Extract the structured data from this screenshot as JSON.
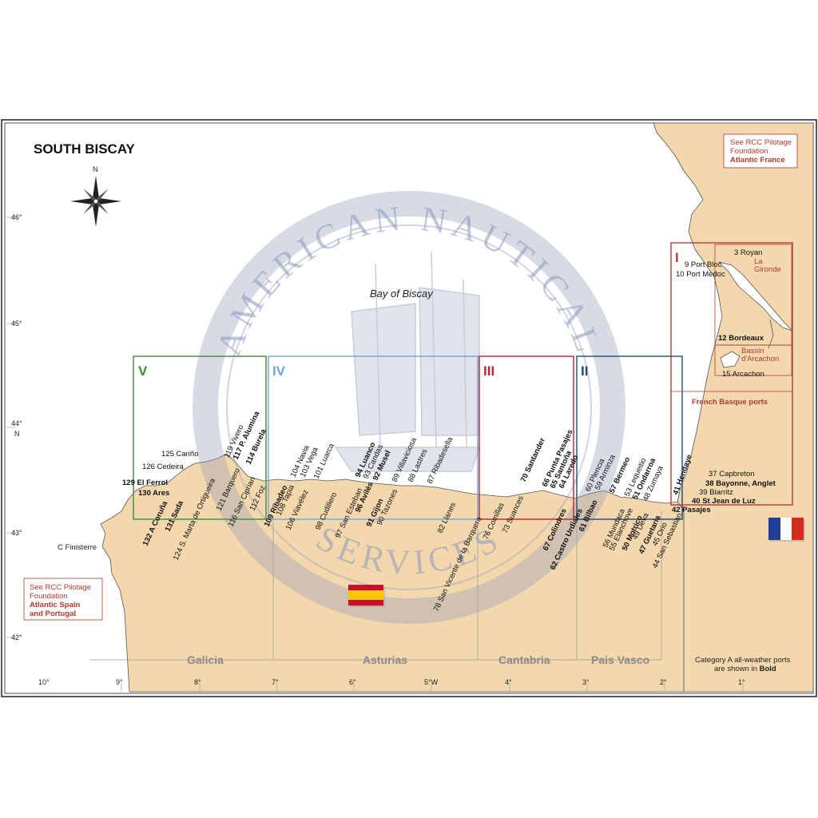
{
  "title": "SOUTH BISCAY",
  "compass_label": "N",
  "sea_label": "Bay of Biscay",
  "watermark": {
    "top": "AMERICAN NAUTICAL",
    "bottom": "SERVICES"
  },
  "colors": {
    "land": "#f4d8ad",
    "sea": "#ffffff",
    "panel_I": "#b23a3a",
    "panel_II": "#1f4d7a",
    "panel_III": "#b8243a",
    "panel_IV": "#6ea6d6",
    "panel_V": "#3c8a3c",
    "watermark": "#8c98b8"
  },
  "latitudes": [
    "46°",
    "45°",
    "44°",
    "N",
    "43°",
    "42°"
  ],
  "longitudes": [
    "10°",
    "9°",
    "8°",
    "7°",
    "6°",
    "5°W",
    "4°",
    "3°",
    "2°",
    "1°"
  ],
  "regions": [
    "Galicia",
    "Asturias",
    "Cantabria",
    "Pais Vasco"
  ],
  "panels": {
    "I": "I",
    "II": "II",
    "III": "III",
    "IV": "IV",
    "V": "V"
  },
  "rcc_france": {
    "line1": "See RCC Pilotage",
    "line2": "Foundation",
    "line3": "Atlantic France"
  },
  "rcc_spain": {
    "line1": "See RCC Pilotage",
    "line2": "Foundation",
    "line3": "Atlantic Spain",
    "line4": "and Portugal"
  },
  "french_basque": "French Basque ports",
  "la_gironde": {
    "line1": "La",
    "line2": "Gironde"
  },
  "arcachon_basin": {
    "line1": "Bassin",
    "line2": "d'Arcachon"
  },
  "cape_finisterre": "C Finisterre",
  "legend": {
    "line1": "Category A all-weather ports",
    "line2": "are shown in",
    "bold": "Bold"
  },
  "flags": {
    "spain": "spain-flag",
    "france": "france-flag"
  },
  "ports_france": [
    {
      "text": "3 Royan",
      "bold": false
    },
    {
      "text": "9 Port Bloc",
      "bold": false
    },
    {
      "text": "10 Port Medoc",
      "bold": false
    },
    {
      "text": "12 Bordeaux",
      "bold": true
    },
    {
      "text": "15 Arcachon",
      "bold": false
    },
    {
      "text": "37 Capbreton",
      "bold": false
    },
    {
      "text": "38 Bayonne, Anglet",
      "bold": true
    },
    {
      "text": "39 Biarritz",
      "bold": false
    },
    {
      "text": "40 St Jean de Luz",
      "bold": true
    },
    {
      "text": "41 Hendaye",
      "bold": true
    },
    {
      "text": "42 Pasajes",
      "bold": true
    }
  ],
  "ports_galicia_horizontal": [
    {
      "text": "125 Cariño",
      "bold": false
    },
    {
      "text": "126 Cedeira",
      "bold": false
    },
    {
      "text": "129 El Ferrol",
      "bold": true
    },
    {
      "text": "130 Ares",
      "bold": true
    }
  ],
  "ports_north": [
    {
      "text": "119 Vivero",
      "bold": false
    },
    {
      "text": "117 P. Alumina",
      "bold": true
    },
    {
      "text": "114 Burela",
      "bold": true
    },
    {
      "text": "104 Navia",
      "bold": false
    },
    {
      "text": "103 Vega",
      "bold": false
    },
    {
      "text": "101 Luarca",
      "bold": false
    },
    {
      "text": "94 Luanco",
      "bold": true
    },
    {
      "text": "93 Candas",
      "bold": false
    },
    {
      "text": "92 Musel",
      "bold": true
    },
    {
      "text": "89 Villaviciosa",
      "bold": false
    },
    {
      "text": "88 Lastres",
      "bold": false
    },
    {
      "text": "87 Ribadesella",
      "bold": false
    },
    {
      "text": "70 Santander",
      "bold": true
    },
    {
      "text": "66 Punta Pasajes",
      "bold": true
    },
    {
      "text": "65 Santoña",
      "bold": true
    },
    {
      "text": "64 Laredo",
      "bold": true
    },
    {
      "text": "60 Plencia",
      "bold": false
    },
    {
      "text": "59 Arminza",
      "bold": false
    },
    {
      "text": "57 Bermeo",
      "bold": true
    },
    {
      "text": "53 Lequeitio",
      "bold": false
    },
    {
      "text": "51 Ondarroa",
      "bold": true
    },
    {
      "text": "48 Zumaya",
      "bold": false
    }
  ],
  "ports_south": [
    {
      "text": "132 A Coruña",
      "bold": true
    },
    {
      "text": "131 Sada",
      "bold": true
    },
    {
      "text": "124 S. Marta de Ortigueira",
      "bold": false
    },
    {
      "text": "121 Barquero",
      "bold": false
    },
    {
      "text": "116 San Ciprian",
      "bold": false
    },
    {
      "text": "112 Foz",
      "bold": false
    },
    {
      "text": "109 Ribadeo",
      "bold": true
    },
    {
      "text": "108 Tapia",
      "bold": false
    },
    {
      "text": "106 Viavélez",
      "bold": false
    },
    {
      "text": "98 Cudillero",
      "bold": false
    },
    {
      "text": "97 San Esteban",
      "bold": false
    },
    {
      "text": "96 Avilés",
      "bold": true
    },
    {
      "text": "91 Gijon",
      "bold": true
    },
    {
      "text": "90 Tazones",
      "bold": false
    },
    {
      "text": "82 Llanes",
      "bold": false
    },
    {
      "text": "78 San Vicente de la Barquera",
      "bold": false
    },
    {
      "text": "76 Comillas",
      "bold": false
    },
    {
      "text": "73 Suances",
      "bold": false
    },
    {
      "text": "67 Colindres",
      "bold": true
    },
    {
      "text": "62 Castro Urdiales",
      "bold": true
    },
    {
      "text": "61 Bilbao",
      "bold": true
    },
    {
      "text": "56 Mundaca",
      "bold": false
    },
    {
      "text": "55 Elanchove",
      "bold": false
    },
    {
      "text": "50 Motrico",
      "bold": true
    },
    {
      "text": "49 Deva",
      "bold": false
    },
    {
      "text": "47 Guetaria",
      "bold": true
    },
    {
      "text": "45 Orio",
      "bold": false
    },
    {
      "text": "44 San Sebastian",
      "bold": false
    }
  ]
}
